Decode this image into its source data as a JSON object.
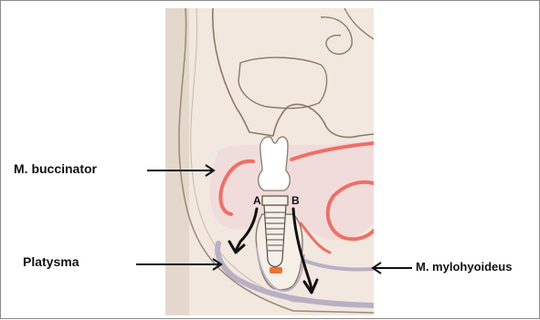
{
  "labels": {
    "buccinator": "M. buccinator",
    "platysma": "Platysma",
    "mylohyoideus": "M. mylohyoideus",
    "point_a": "A",
    "point_b": "B"
  },
  "colors": {
    "paper": "#f2e8df",
    "outline": "#8b7a6a",
    "muscle": "#ef6f66",
    "mucosa": "#f1dcdc",
    "platysma_band": "#b9b0c6",
    "arrow": "#111111",
    "apex_mark": "#f07030"
  },
  "icons": {
    "pointer": "arrow-left-icon",
    "flow": "curved-arrow-down-icon"
  }
}
